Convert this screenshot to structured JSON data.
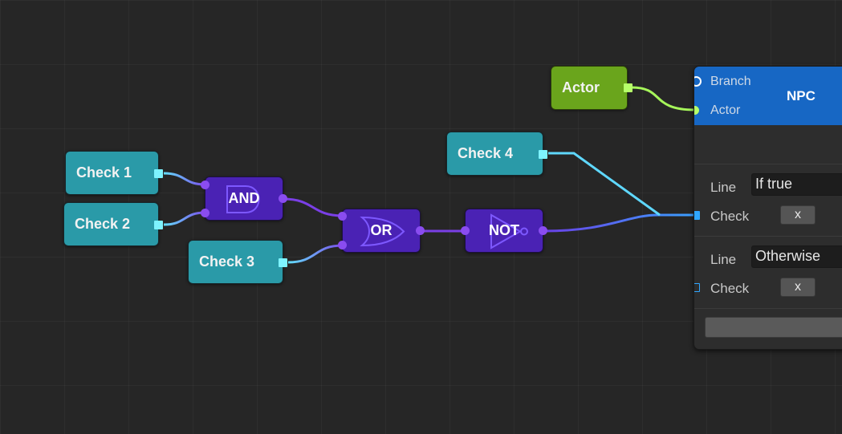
{
  "graph": {
    "check_nodes": [
      {
        "id": "check1",
        "label": "Check 1"
      },
      {
        "id": "check2",
        "label": "Check 2"
      },
      {
        "id": "check3",
        "label": "Check 3"
      },
      {
        "id": "check4",
        "label": "Check 4"
      }
    ],
    "gates": {
      "and_label": "AND",
      "or_label": "OR",
      "not_label": "NOT"
    },
    "actor_node": {
      "label": "Actor"
    }
  },
  "npc_node": {
    "title": "NPC",
    "ports": {
      "branch_label": "Branch",
      "actor_label": "Actor"
    },
    "branches": [
      {
        "line_label": "Line",
        "line_value": "If true",
        "check_label": "Check",
        "remove_label": "x"
      },
      {
        "line_label": "Line",
        "line_value": "Otherwise",
        "check_label": "Check",
        "remove_label": "x"
      }
    ]
  },
  "colors": {
    "background": "#262626",
    "check_node": "#2a9aa8",
    "gate": "#4a22b4",
    "actor_node": "#6aa51c",
    "npc_header": "#1767c4",
    "wire_cyan": "#5fd8ff",
    "wire_purple": "#7a3fe6",
    "wire_green": "#a6f55a"
  }
}
